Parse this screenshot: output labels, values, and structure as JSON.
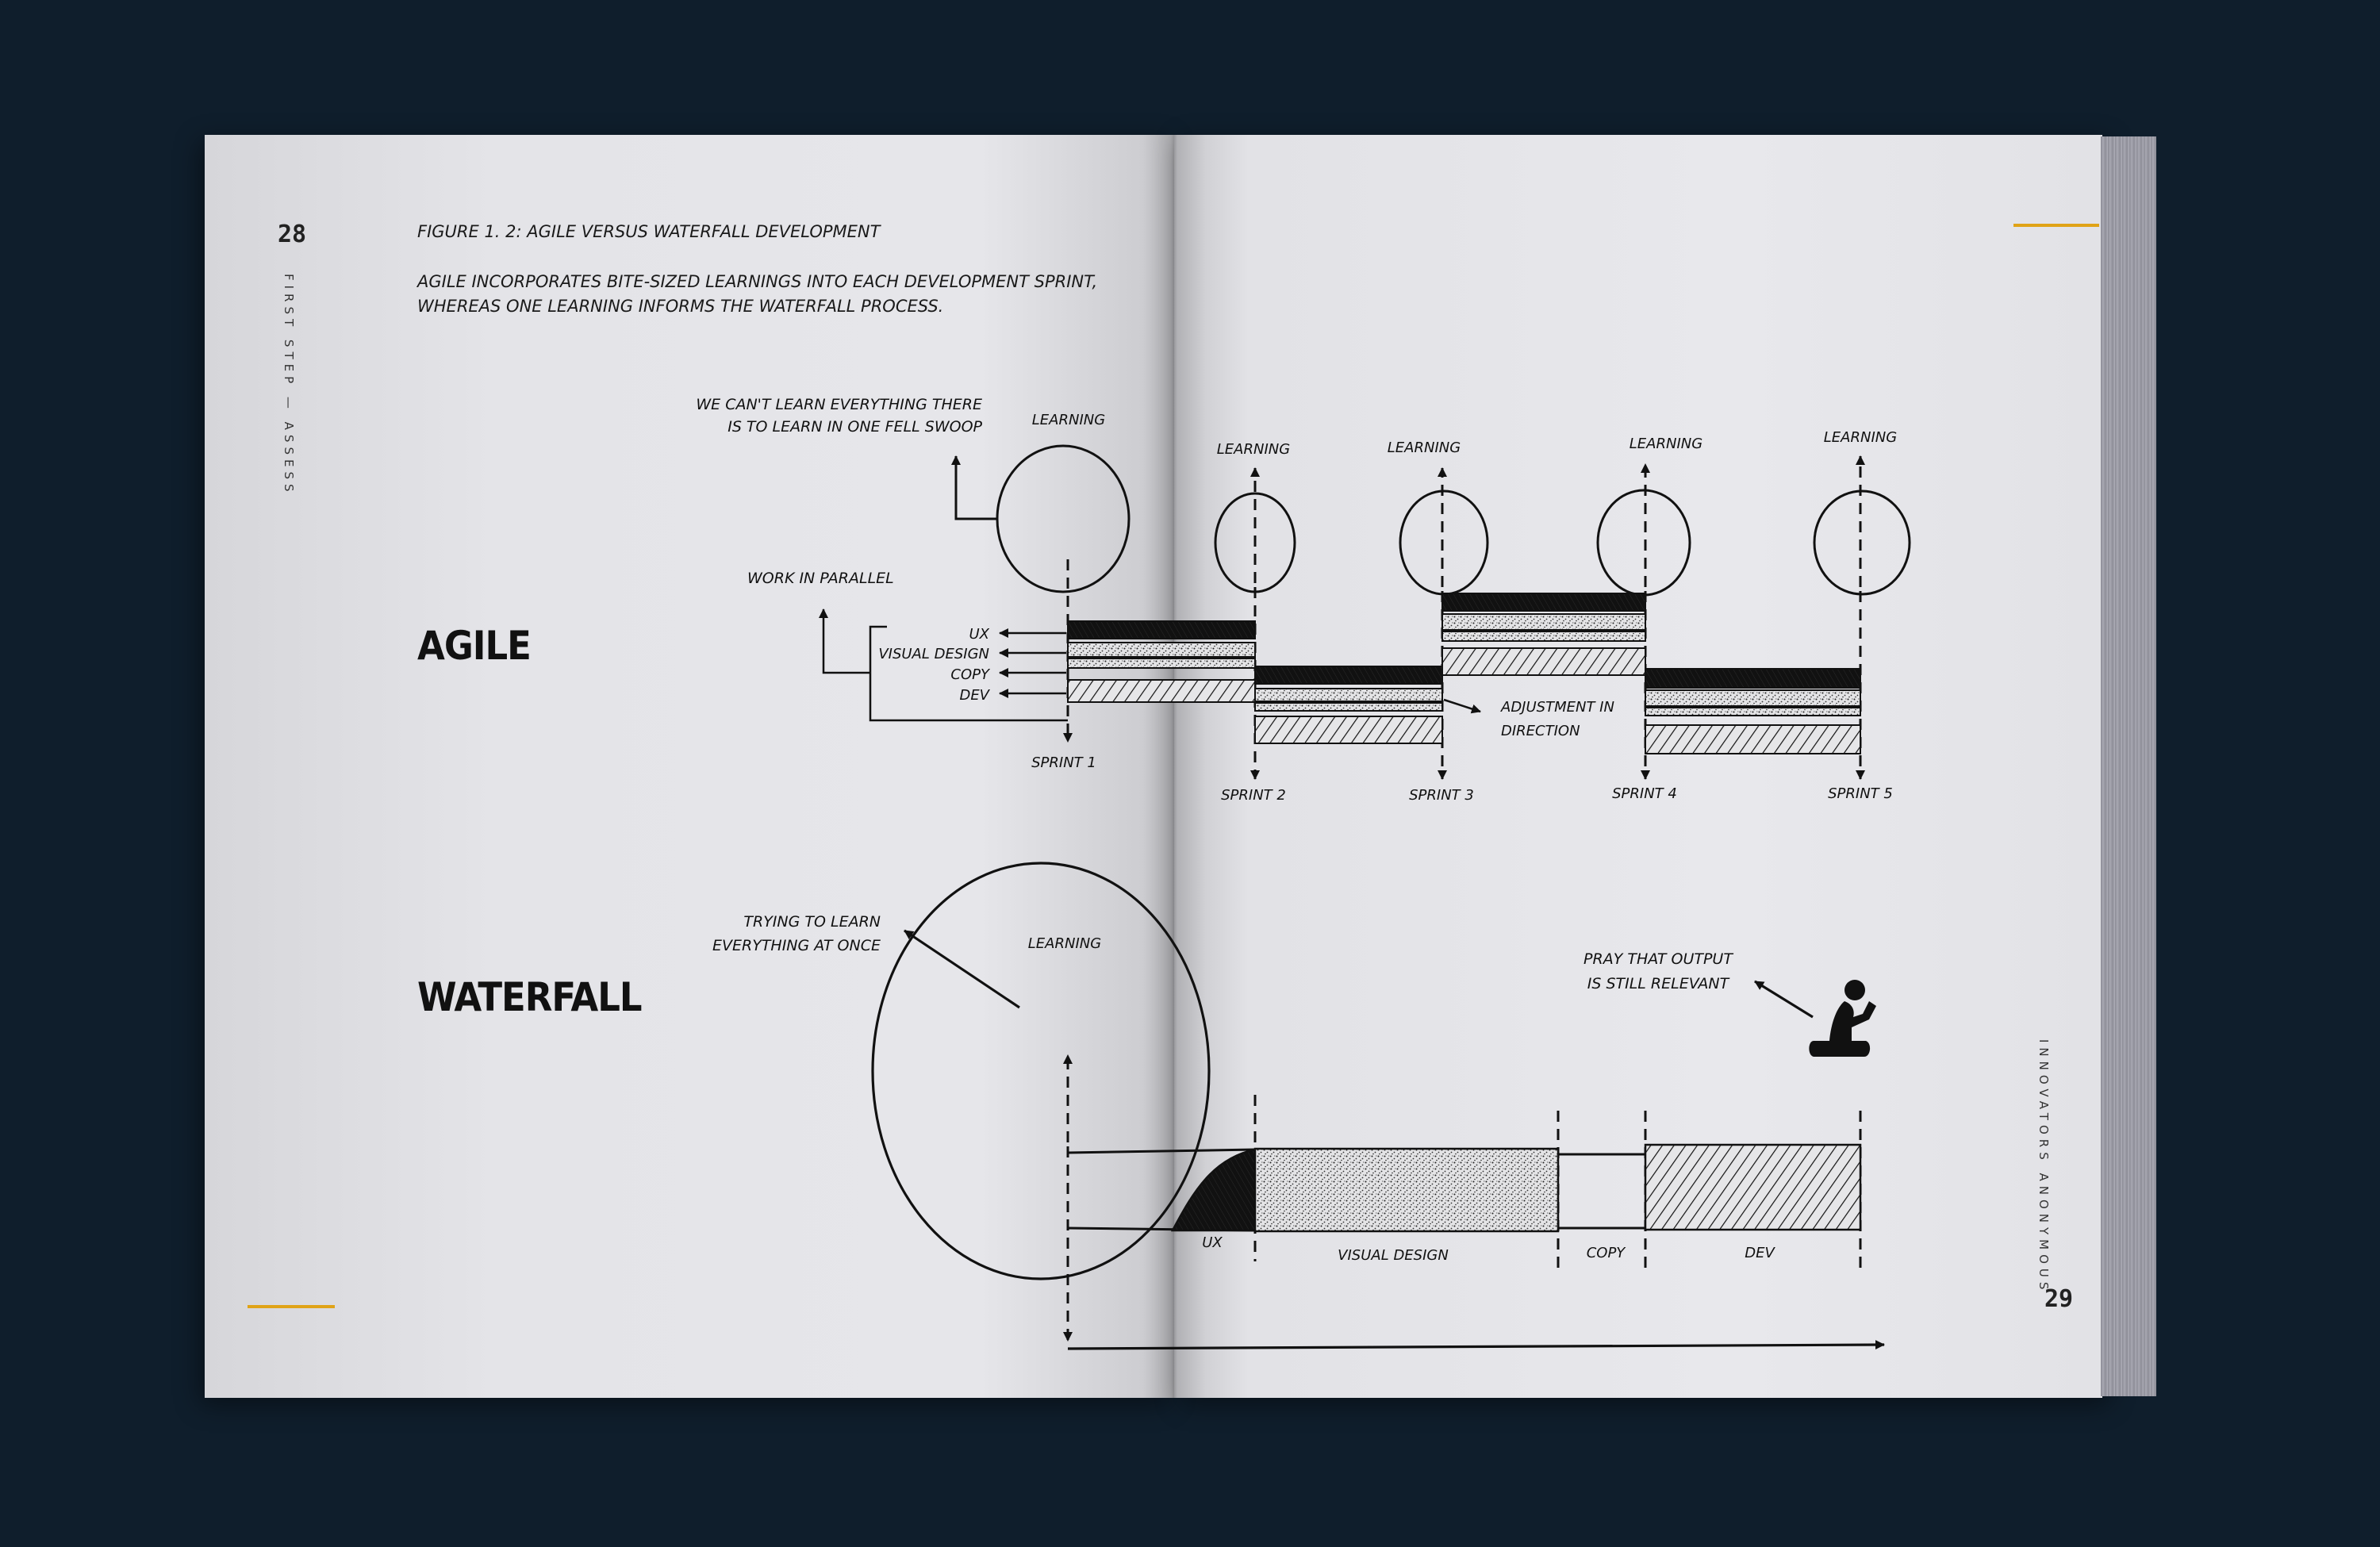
{
  "left_page": {
    "page_number": "28",
    "running_head": "FIRST STEP — ASSESS",
    "figure_title": "FIGURE 1. 2: AGILE VERSUS WATERFALL DEVELOPMENT",
    "caption_line1": "AGILE INCORPORATES BITE-SIZED LEARNINGS INTO EACH DEVELOPMENT SPRINT,",
    "caption_line2": "WHEREAS ONE LEARNING INFORMS THE WATERFALL PROCESS.",
    "agile_label": "AGILE",
    "waterfall_label": "WATERFALL"
  },
  "right_page": {
    "page_number": "29",
    "running_head": "INNOVATORS ANONYMOUS"
  },
  "agile": {
    "note_line1": "WE CAN'T LEARN EVERYTHING THERE",
    "note_line2": "IS TO LEARN IN ONE FELL SWOOP",
    "parallel_note": "WORK IN PARALLEL",
    "tracks": [
      "UX",
      "VISUAL DESIGN",
      "COPY",
      "DEV"
    ],
    "learning_label": "LEARNING",
    "sprints": [
      "SPRINT 1",
      "SPRINT 2",
      "SPRINT 3",
      "SPRINT 4",
      "SPRINT 5"
    ],
    "adjustment_line1": "ADJUSTMENT IN",
    "adjustment_line2": "DIRECTION"
  },
  "waterfall": {
    "note_line1": "TRYING TO LEARN",
    "note_line2": "EVERYTHING AT ONCE",
    "learning_label": "LEARNING",
    "phases": [
      "UX",
      "VISUAL DESIGN",
      "COPY",
      "DEV"
    ],
    "pray_line1": "PRAY THAT OUTPUT",
    "pray_line2": "IS STILL RELEVANT"
  },
  "colors": {
    "accent": "#e0a317",
    "background": "#0f1e2c",
    "ink": "#111111"
  },
  "icons": [
    "praying-person-icon"
  ]
}
